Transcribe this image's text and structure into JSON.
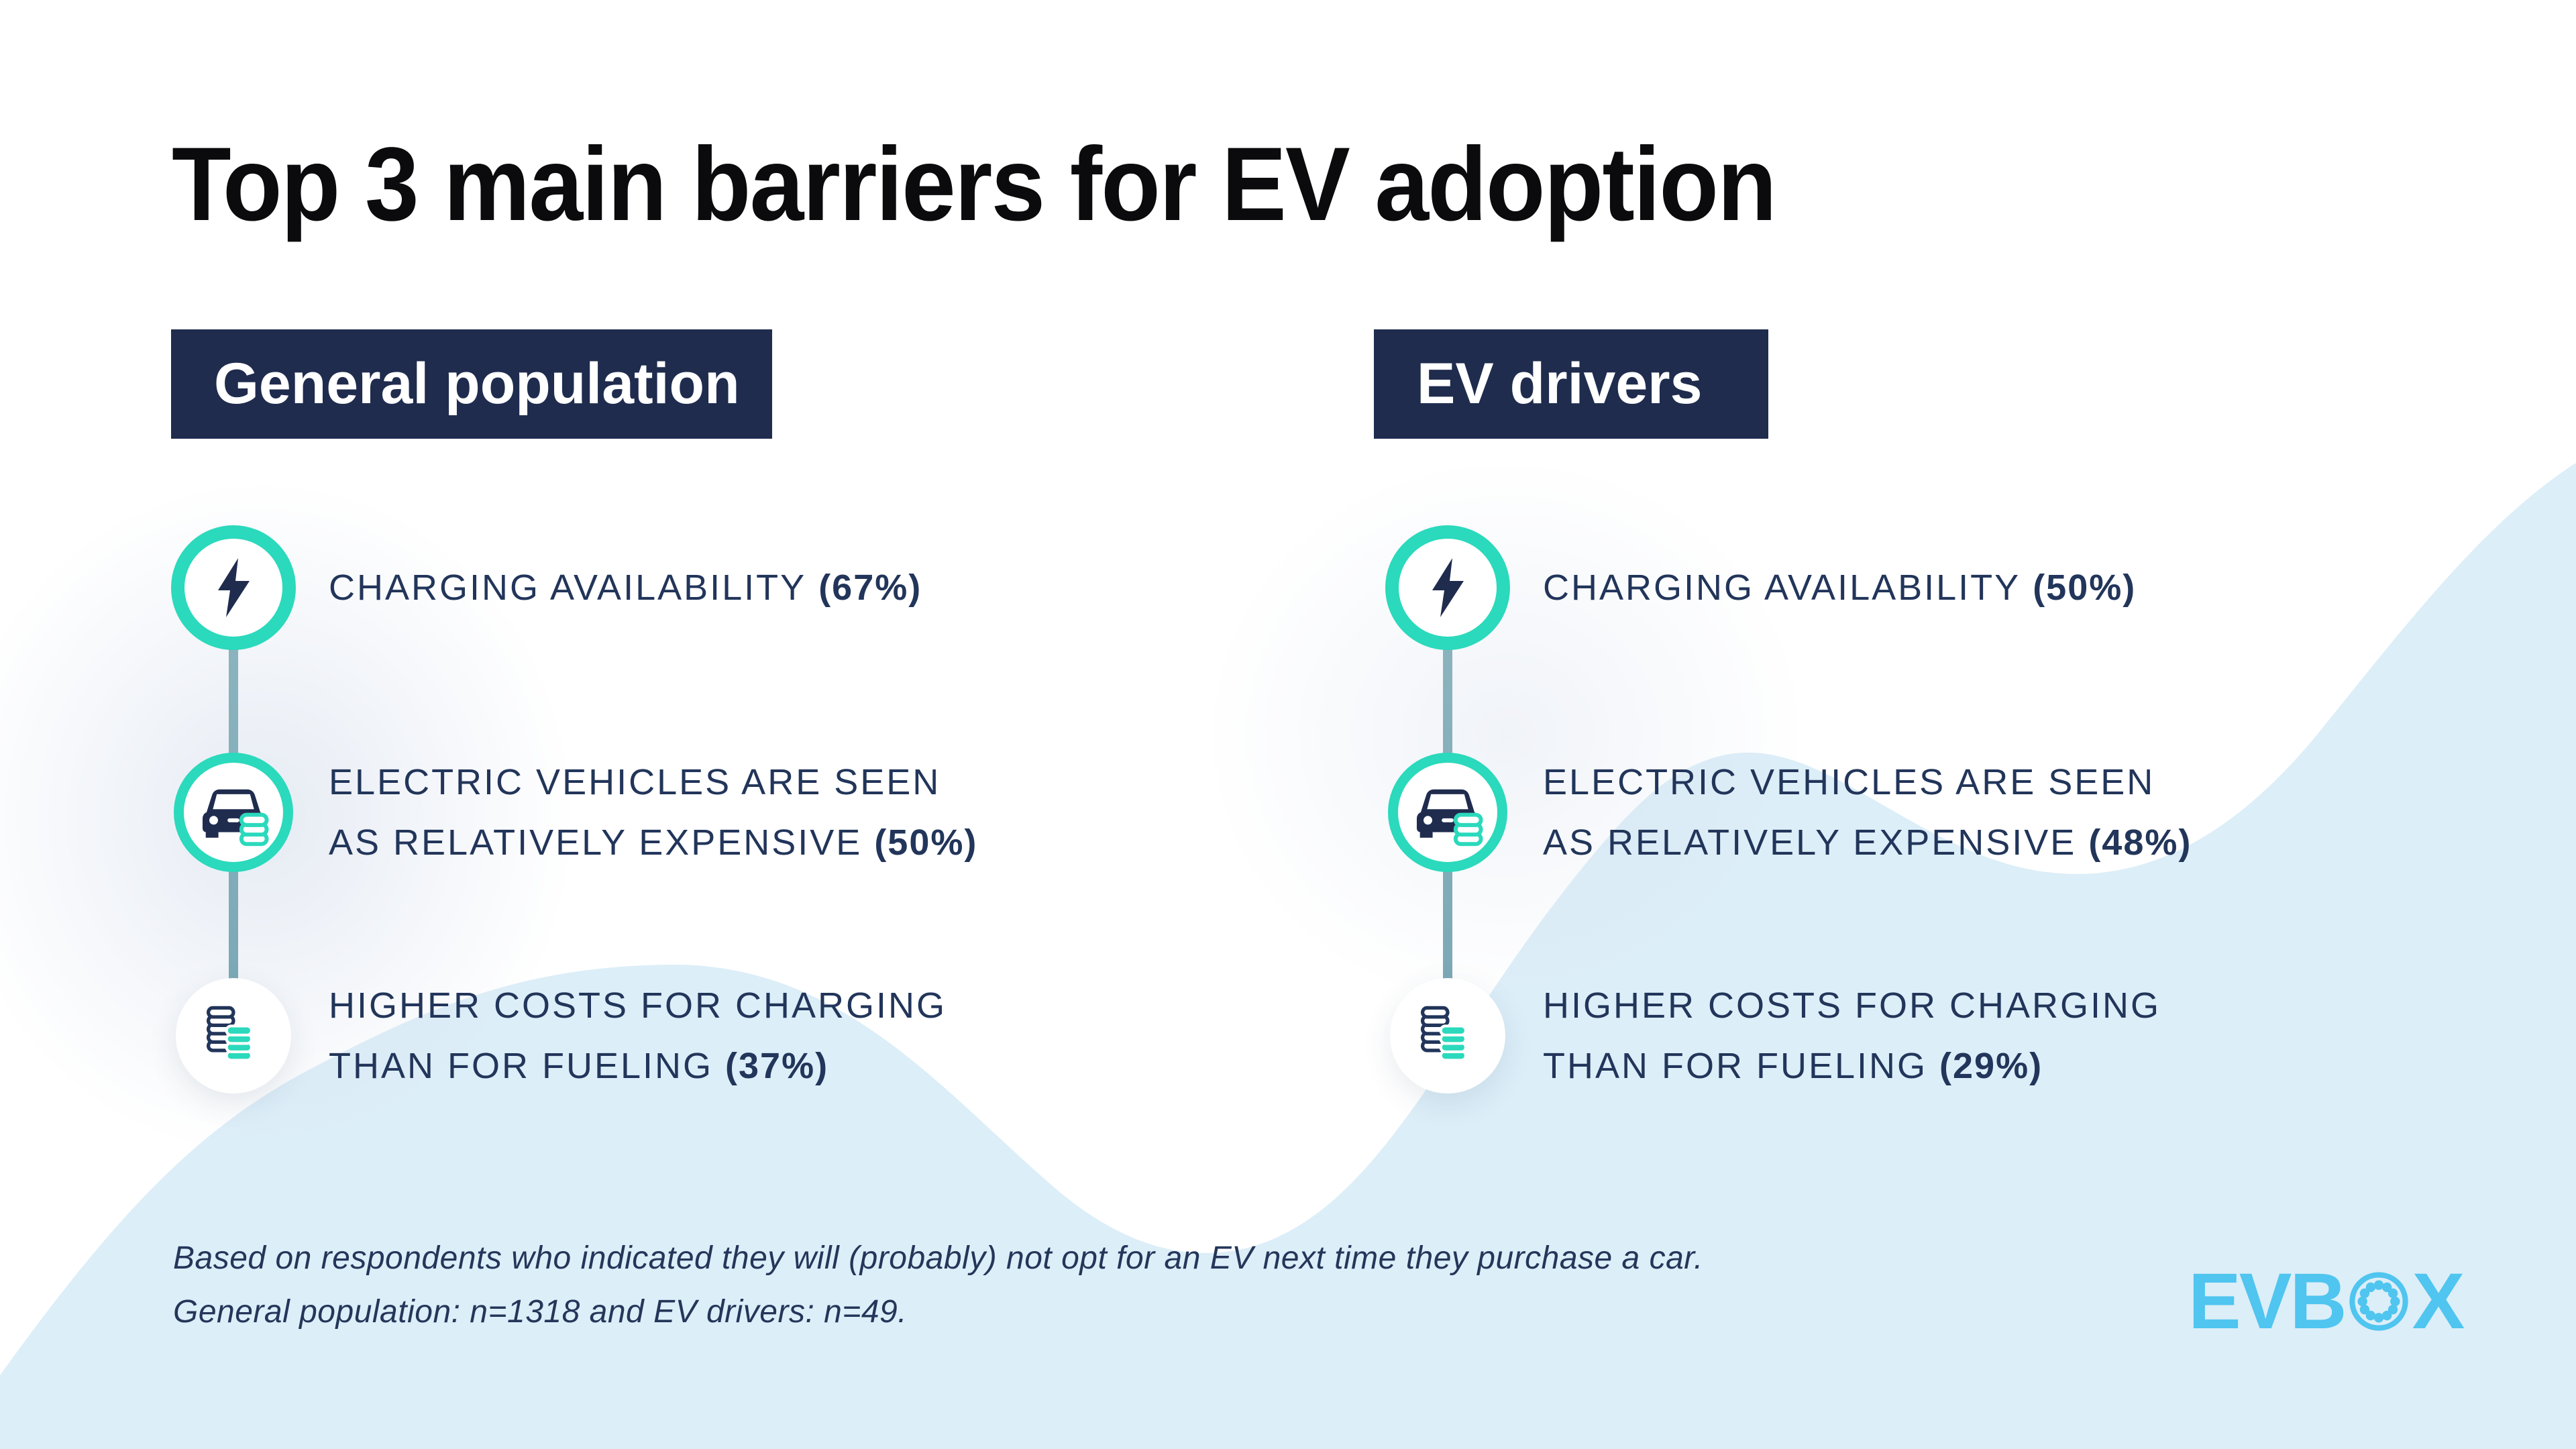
{
  "title": "Top 3 main barriers for EV adoption",
  "columns": [
    {
      "header": "General population",
      "items": [
        {
          "icon": "lightning-icon",
          "line1": "CHARGING AVAILABILITY",
          "line2": "",
          "value": "(67%)"
        },
        {
          "icon": "car-cost-icon",
          "line1": "ELECTRIC VEHICLES ARE SEEN",
          "line2": "AS RELATIVELY EXPENSIVE",
          "value": "(50%)"
        },
        {
          "icon": "coins-icon",
          "line1": "HIGHER COSTS FOR CHARGING",
          "line2": "THAN FOR FUELING",
          "value": "(37%)"
        }
      ]
    },
    {
      "header": "EV drivers",
      "items": [
        {
          "icon": "lightning-icon",
          "line1": "CHARGING AVAILABILITY",
          "line2": "",
          "value": "(50%)"
        },
        {
          "icon": "car-cost-icon",
          "line1": "ELECTRIC VEHICLES ARE SEEN",
          "line2": "AS RELATIVELY EXPENSIVE",
          "value": "(48%)"
        },
        {
          "icon": "coins-icon",
          "line1": "HIGHER COSTS FOR CHARGING",
          "line2": "THAN FOR FUELING",
          "value": "(29%)"
        }
      ]
    }
  ],
  "footnote": {
    "line1": "Based on respondents who indicated they will (probably) not opt for an EV next time they purchase a car.",
    "line2": "General population: n=1318 and EV drivers: n=49."
  },
  "logo": {
    "prefix": "EVB",
    "suffix": "X"
  },
  "colors": {
    "accent_teal": "#2BD9BC",
    "header_navy": "#1F2C4E",
    "text_navy": "#22355A",
    "title_black": "#0B0B0D",
    "wave_blue": "#DCEEF8",
    "connector_blue_gray": "#85AFBC",
    "logo_blue": "#4FC5EF"
  }
}
